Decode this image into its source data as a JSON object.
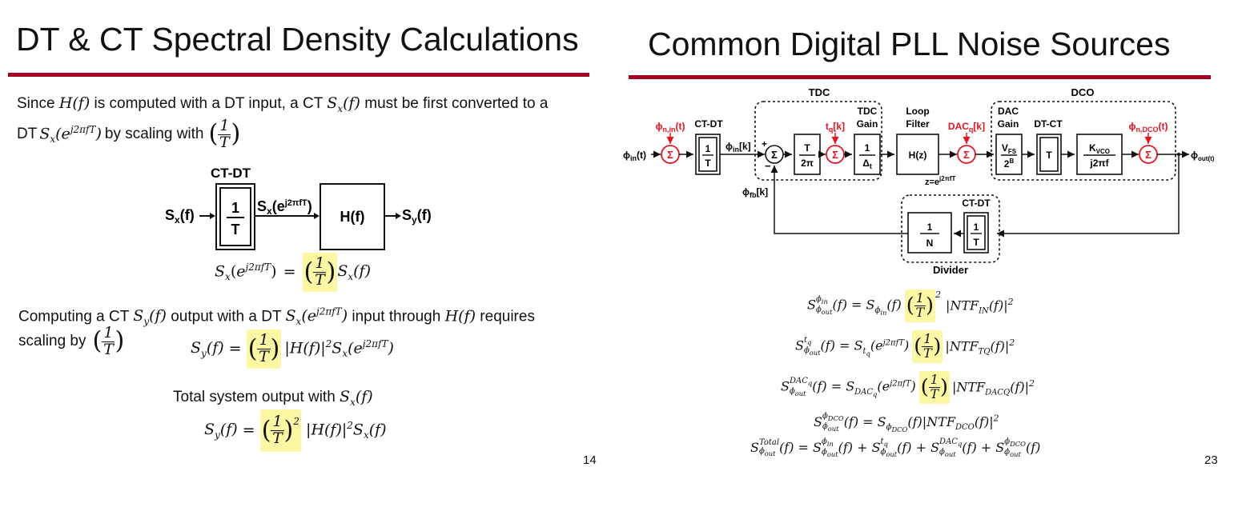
{
  "left": {
    "title": "DT & CT Spectral Density Calculations",
    "para1_line1_a": "Since ",
    "para1_hf": "H(f)",
    "para1_line1_b": " is computed with a DT input, a CT ",
    "para1_sx": "S",
    "para1_sx_sub": "x",
    "para1_sx_arg": "(f)",
    "para1_line1_c": " must be first converted to a",
    "para1_line2_a": "DT ",
    "para1_line2_b": " by scaling with",
    "diagram": {
      "ctdt_label": "CT-DT",
      "input_label": "S",
      "input_sub": "x",
      "input_arg": "(f)",
      "block_num": "1",
      "block_den": "T",
      "mid_label": "S",
      "mid_sub": "x",
      "mid_arg": "(e",
      "mid_sup": "j2πfT",
      "mid_close": ")",
      "hf_label": "H(f)",
      "output_label": "S",
      "output_sub": "y",
      "output_arg": "(f)"
    },
    "eq1_lhs": "S",
    "eq1_rhs": "S",
    "para2_a": "Computing a CT ",
    "para2_b": " output with a DT ",
    "para2_c": " input through ",
    "para2_d": " requires",
    "para2_line2": "scaling by",
    "total_label": "Total system output with ",
    "page_number": "14"
  },
  "right": {
    "title": "Common Digital PLL Noise Sources",
    "diagram": {
      "tdc_label": "TDC",
      "dco_label": "DCO",
      "tdc_gain_label1": "TDC",
      "tdc_gain_label2": "Gain",
      "loop_filter_label1": "Loop",
      "loop_filter_label2": "Filter",
      "dac_gain_label1": "DAC",
      "dac_gain_label2": "Gain",
      "dtct_label": "DT-CT",
      "ctdt_label": "CT-DT",
      "ctdt_label2": "CT-DT",
      "phi_n_in": "ϕn,in(t)",
      "tq_k": "tq[k]",
      "dacq_k": "DACq[k]",
      "phi_n_dco": "ϕn,DCO(t)",
      "phi_in_t": "ϕin(t)",
      "phi_in_k": "ϕin[k]",
      "phi_fb_k": "ϕfb[k]",
      "phi_out_t": "ϕout(t)",
      "sum": "Σ",
      "t_over_2pi_num": "T",
      "t_over_2pi_den": "2π",
      "one": "1",
      "delta_t": "Δt",
      "hz": "H(z)",
      "z_eq": "z=e",
      "z_sup": "j2πfT",
      "vfs": "VFS",
      "two_b": "2B",
      "t_block": "T",
      "kvco": "KVCO",
      "j2pif": "j2πf",
      "one_over_n_den": "N",
      "one_over_t_den": "T",
      "divider_label": "Divider",
      "plus": "+",
      "minus": "−"
    },
    "page_number": "23"
  },
  "colors": {
    "accent": "#a50026",
    "noise": "#e8141e",
    "highlight": "#fbf7a3"
  }
}
